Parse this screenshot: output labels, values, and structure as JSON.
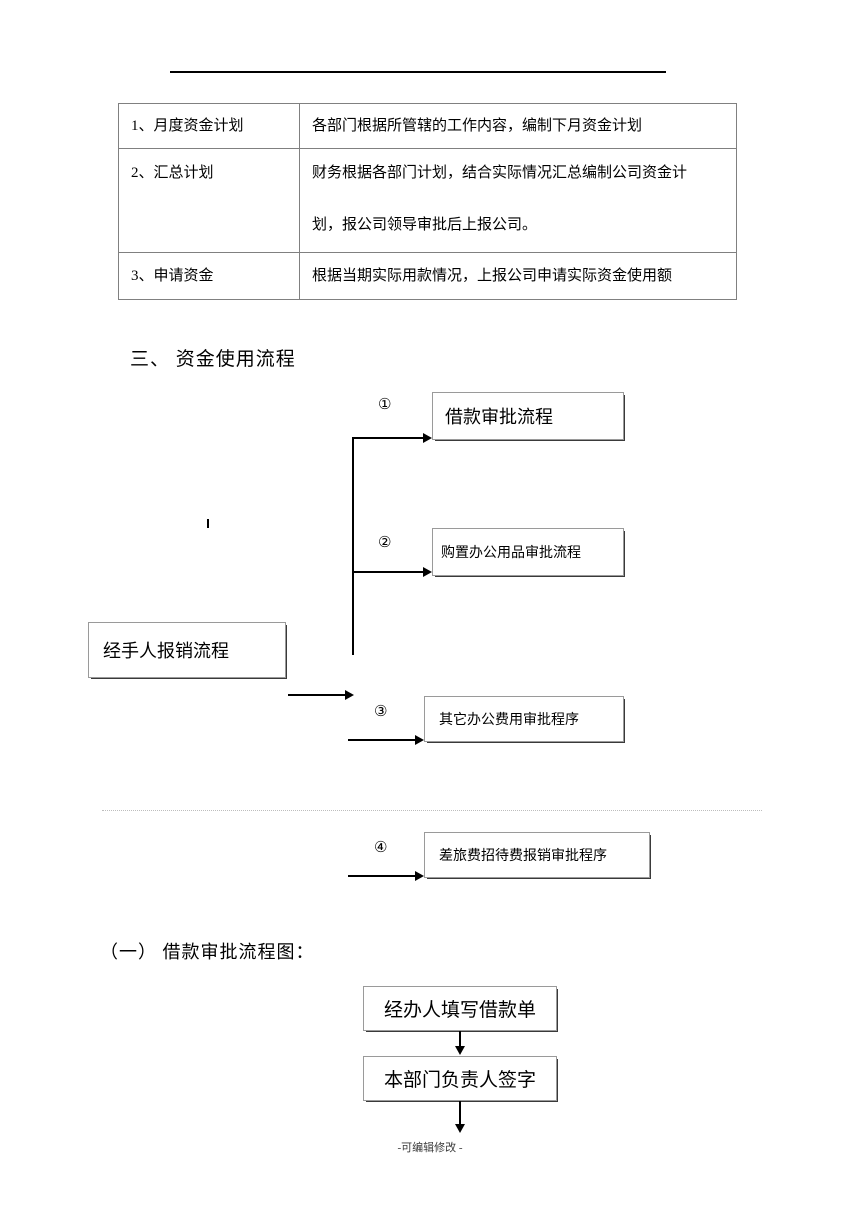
{
  "document": {
    "footer_note": "-可编辑修改 -"
  },
  "table": {
    "rows": [
      {
        "label": "1、月度资金计划",
        "desc": "各部门根据所管辖的工作内容，编制下月资金计划",
        "desc_line2": ""
      },
      {
        "label": "2、汇总计划",
        "desc": "财务根据各部门计划，结合实际情况汇总编制公司资金计",
        "desc_line2": "划，报公司领导审批后上报公司。"
      },
      {
        "label": "3、申请资金",
        "desc": "根据当期实际用款情况，上报公司申请实际资金使用额",
        "desc_line2": ""
      }
    ]
  },
  "section_three": {
    "heading": "三、  资金使用流程",
    "source_box": "经手人报销流程",
    "branches": [
      {
        "number": "①",
        "label": "借款审批流程"
      },
      {
        "number": "②",
        "label": "购置办公用品审批流程"
      },
      {
        "number": "③",
        "label": "其它办公费用审批程序"
      },
      {
        "number": "④",
        "label": "差旅费招待费报销审批程序"
      }
    ]
  },
  "section_one": {
    "heading": "（一）  借款审批流程图：",
    "steps": [
      {
        "label": "经办人填写借款单"
      },
      {
        "label": "本部门负责人签字"
      }
    ]
  }
}
